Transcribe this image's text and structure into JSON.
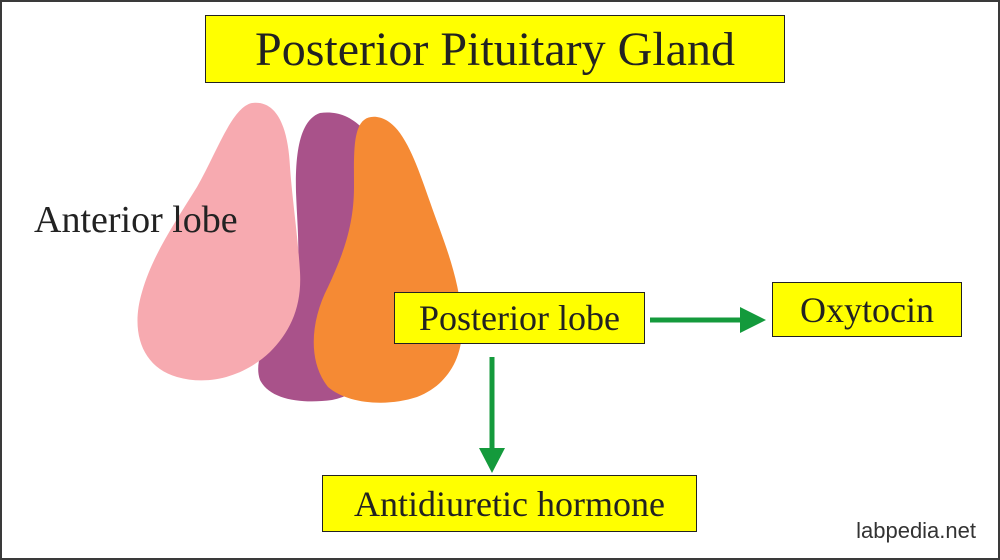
{
  "title": "Posterior Pituitary Gland",
  "labels": {
    "anterior": "Anterior lobe",
    "posterior": "Posterior lobe",
    "oxytocin": "Oxytocin",
    "adh": "Antidiuretic hormone"
  },
  "watermark": "labpedia.net",
  "colors": {
    "label_box": "#ffff00",
    "anterior_lobe": "#f7aab0",
    "intermediate_lobe": "#a9528a",
    "posterior_lobe": "#f58a34",
    "arrow": "#149a3c"
  }
}
